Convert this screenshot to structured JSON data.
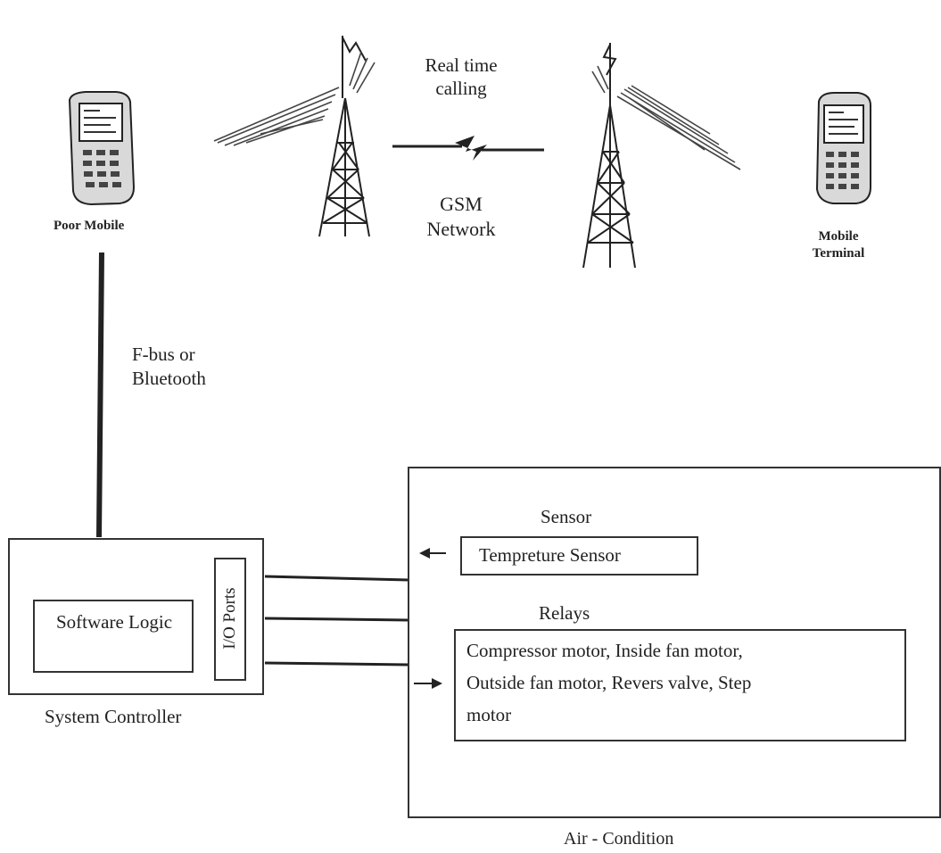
{
  "network": {
    "calling_label": "Real time calling",
    "network_label": "GSM Network"
  },
  "phones": {
    "poor_mobile": "Poor Mobile",
    "mobile_terminal": "Mobile Terminal"
  },
  "link_label": "F-bus or Bluetooth",
  "controller": {
    "title": "System Controller",
    "software_logic": "Software Logic",
    "io_ports": "I/O Ports"
  },
  "air_condition": {
    "title": "Air - Condition",
    "sensor_heading": "Sensor",
    "sensor_box": "Tempreture Sensor",
    "relays_heading": "Relays",
    "relays_line1": "Compressor motor, Inside fan motor,",
    "relays_line2": "Outside fan motor, Revers valve, Step",
    "relays_line3": "motor"
  },
  "colors": {
    "ink": "#222222",
    "phone_body": "#d9d9d9",
    "phone_screen": "#ffffff"
  },
  "icons": [
    "phone-icon",
    "tower-icon",
    "lightning-icon",
    "arrow-icon"
  ]
}
